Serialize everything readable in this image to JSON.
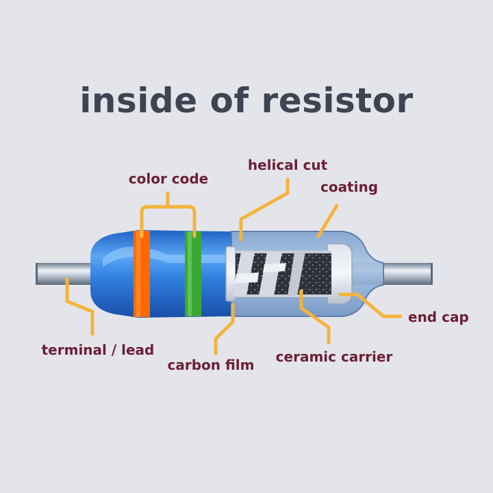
{
  "title": "inside of resistor",
  "labels": {
    "color_code": "color code",
    "helical_cut": "helical cut",
    "coating": "coating",
    "end_cap": "end cap",
    "terminal_lead": "terminal / lead",
    "carbon_film": "carbon film",
    "ceramic_carrier": "ceramic carrier"
  },
  "colors": {
    "background": "#e4e5ea",
    "title": "#3d4452",
    "label": "#6b1f37",
    "leader": "#f4b43a",
    "body_blue": "#2f7fe0",
    "band_orange": "#ff6a00",
    "band_green": "#3aa832",
    "coating_translucent": "#8fb2da",
    "carbon_film": "#3a3d45",
    "ceramic": "#c9cfd8",
    "lead": "#8f9aaa"
  }
}
